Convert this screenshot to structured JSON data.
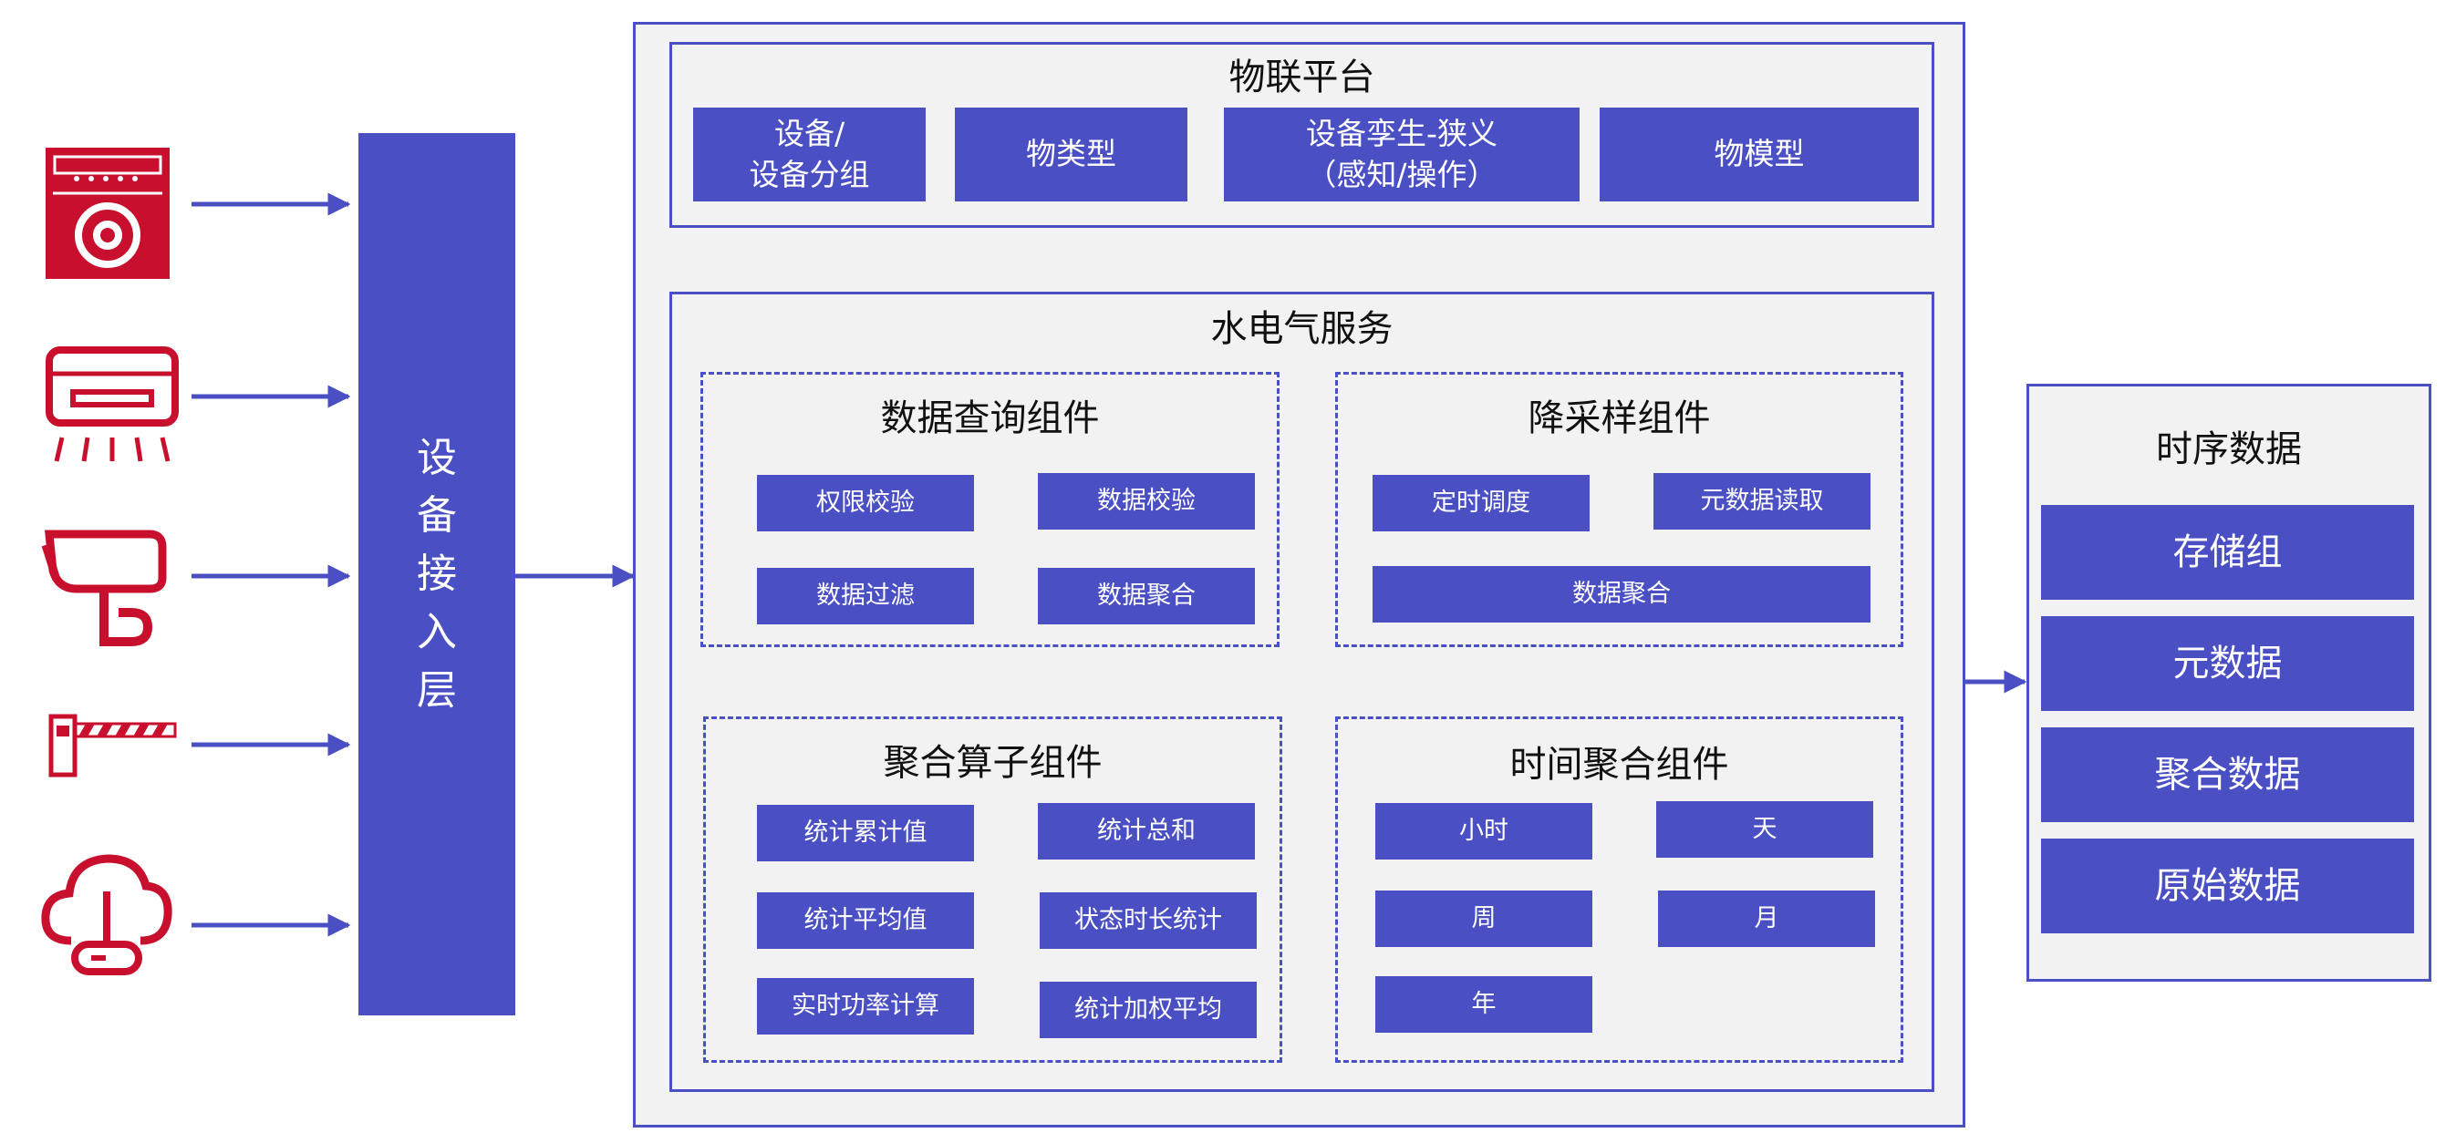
{
  "colors": {
    "accent": "#4a4fc4",
    "panel_bg": "#f2f2f2",
    "icon_red": "#c8102e"
  },
  "devices": [
    {
      "icon": "meter-icon"
    },
    {
      "icon": "air-conditioner-icon"
    },
    {
      "icon": "camera-icon"
    },
    {
      "icon": "barrier-gate-icon"
    },
    {
      "icon": "cloud-router-icon"
    }
  ],
  "access_layer": {
    "chars": [
      "设",
      "备",
      "接",
      "入",
      "层"
    ]
  },
  "iot_platform": {
    "title": "物联平台",
    "items": [
      "设备/\n设备分组",
      "物类型",
      "设备孪生-狭义\n（感知/操作）",
      "物模型"
    ]
  },
  "service": {
    "title": "水电气服务",
    "query": {
      "title": "数据查询组件",
      "items": [
        "权限校验",
        "数据校验",
        "数据过滤",
        "数据聚合"
      ]
    },
    "downsample": {
      "title": "降采样组件",
      "items": [
        "定时调度",
        "元数据读取",
        "数据聚合"
      ]
    },
    "operator": {
      "title": "聚合算子组件",
      "items": [
        "统计累计值",
        "统计总和",
        "统计平均值",
        "状态时长统计",
        "实时功率计算",
        "统计加权平均"
      ]
    },
    "time_agg": {
      "title": "时间聚合组件",
      "items": [
        "小时",
        "天",
        "周",
        "月",
        "年"
      ]
    }
  },
  "timeseries": {
    "title": "时序数据",
    "items": [
      "存储组",
      "元数据",
      "聚合数据",
      "原始数据"
    ]
  }
}
